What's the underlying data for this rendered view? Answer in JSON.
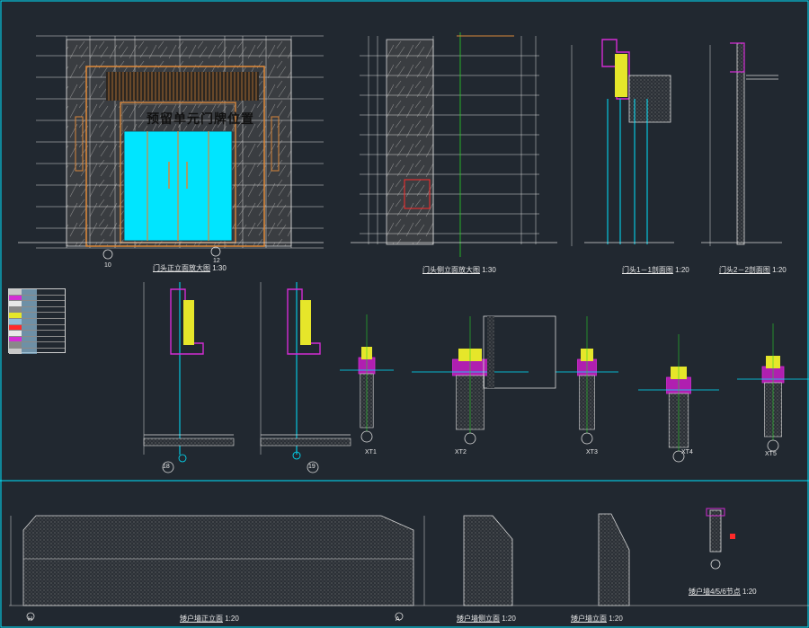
{
  "sign_text": "预留单元门牌位置",
  "views": [
    {
      "id": "front-elevation",
      "title": "门头正立面放大图",
      "scale": "1:30"
    },
    {
      "id": "side-elevation",
      "title": "门头侧立面放大图",
      "scale": "1:30"
    },
    {
      "id": "section-1",
      "title": "门头1－1剖面图",
      "scale": "1:20"
    },
    {
      "id": "section-2",
      "title": "门头2－2剖面图",
      "scale": "1:20"
    },
    {
      "id": "wall-front",
      "title": "矮户墙正立面",
      "scale": "1:20"
    },
    {
      "id": "wall-side",
      "title": "矮户墙侧立面",
      "scale": "1:20"
    },
    {
      "id": "wall-side-b",
      "title": "矮户墙立面",
      "scale": "1:20"
    },
    {
      "id": "wall-detail",
      "title": "矮户墙4/5/6节点",
      "scale": "1:20"
    }
  ],
  "grid_tags": [
    "18",
    "19",
    "XT1",
    "XT2",
    "XT3",
    "XT4",
    "XT5"
  ],
  "axis_tags": [
    "10",
    "12",
    "H",
    "A"
  ],
  "colors": {
    "bg": "#212830",
    "line": "#d9d9d9",
    "cyan": "#00e5ff",
    "green": "#29d129",
    "orange": "#d9873a",
    "magenta": "#d42cd4",
    "yellow": "#e6e62a",
    "red": "#ff2a2a"
  }
}
